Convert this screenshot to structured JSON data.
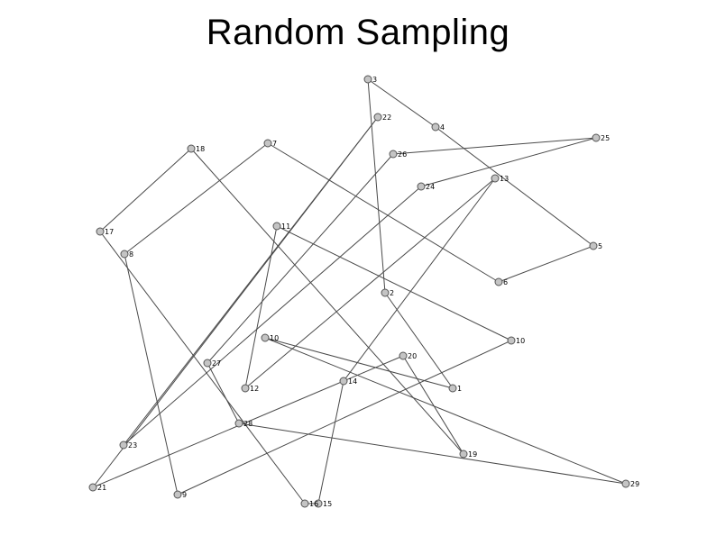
{
  "title": "Random Sampling",
  "nodes": [
    {
      "id": "n1",
      "label": "1"
    },
    {
      "id": "n2",
      "label": "2"
    },
    {
      "id": "n3",
      "label": "3"
    },
    {
      "id": "n4",
      "label": "4"
    },
    {
      "id": "n5",
      "label": "5"
    },
    {
      "id": "n6",
      "label": "6"
    },
    {
      "id": "n7",
      "label": "7"
    },
    {
      "id": "n8",
      "label": "8"
    },
    {
      "id": "n9",
      "label": "9"
    },
    {
      "id": "n10",
      "label": "10"
    },
    {
      "id": "n10b",
      "label": "10"
    },
    {
      "id": "n11",
      "label": "11"
    },
    {
      "id": "n12",
      "label": "12"
    },
    {
      "id": "n13",
      "label": "13"
    },
    {
      "id": "n14",
      "label": "14"
    },
    {
      "id": "n15",
      "label": "15"
    },
    {
      "id": "n16",
      "label": "16"
    },
    {
      "id": "n17",
      "label": "17"
    },
    {
      "id": "n18",
      "label": "18"
    },
    {
      "id": "n19",
      "label": "19"
    },
    {
      "id": "n20",
      "label": "20"
    },
    {
      "id": "n21",
      "label": "21"
    },
    {
      "id": "n22",
      "label": "22"
    },
    {
      "id": "n23",
      "label": "23"
    },
    {
      "id": "n24",
      "label": "24"
    },
    {
      "id": "n25",
      "label": "25"
    },
    {
      "id": "n26",
      "label": "26"
    },
    {
      "id": "n27",
      "label": "27"
    },
    {
      "id": "n28",
      "label": "28"
    },
    {
      "id": "n29",
      "label": "29"
    }
  ],
  "edges": [
    [
      "n3",
      "n4"
    ],
    [
      "n4",
      "n5"
    ],
    [
      "n5",
      "n6"
    ],
    [
      "n6",
      "n7"
    ],
    [
      "n7",
      "n8"
    ],
    [
      "n8",
      "n9"
    ],
    [
      "n9",
      "n10b"
    ],
    [
      "n10b",
      "n11"
    ],
    [
      "n11",
      "n12"
    ],
    [
      "n12",
      "n13"
    ],
    [
      "n13",
      "n14"
    ],
    [
      "n14",
      "n15"
    ],
    [
      "n15",
      "n16"
    ],
    [
      "n16",
      "n17"
    ],
    [
      "n17",
      "n18"
    ],
    [
      "n18",
      "n19"
    ],
    [
      "n19",
      "n20"
    ],
    [
      "n20",
      "n21"
    ],
    [
      "n21",
      "n22"
    ],
    [
      "n22",
      "n23"
    ],
    [
      "n23",
      "n24"
    ],
    [
      "n24",
      "n25"
    ],
    [
      "n25",
      "n26"
    ],
    [
      "n26",
      "n27"
    ],
    [
      "n27",
      "n28"
    ],
    [
      "n28",
      "n29"
    ],
    [
      "n29",
      "n10"
    ],
    [
      "n10",
      "n1"
    ],
    [
      "n1",
      "n2"
    ],
    [
      "n2",
      "n3"
    ]
  ]
}
